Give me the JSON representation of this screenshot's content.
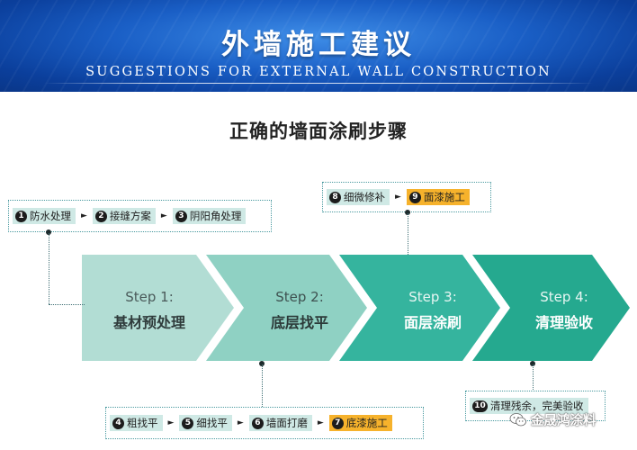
{
  "header": {
    "title": "外墙施工建议",
    "subtitle": "SUGGESTIONS FOR EXTERNAL WALL CONSTRUCTION"
  },
  "main_title": "正确的墙面涂刷步骤",
  "steps": [
    {
      "step": "Step 1:",
      "name": "基材预处理",
      "color": "#b2ddd4",
      "text_color": "#4a5a5a"
    },
    {
      "step": "Step 2:",
      "name": "底层找平",
      "color": "#8fd1c3",
      "text_color": "#3e5150"
    },
    {
      "step": "Step 3:",
      "name": "面层涂刷",
      "color": "#35b49e",
      "text_color": "#ffffff"
    },
    {
      "step": "Step 4:",
      "name": "清理验收",
      "color": "#25a98f",
      "text_color": "#ffffff"
    }
  ],
  "groups": {
    "step1": [
      {
        "num": "1",
        "label": "防水处理"
      },
      {
        "num": "2",
        "label": "接缝方案"
      },
      {
        "num": "3",
        "label": "阴阳角处理"
      }
    ],
    "step2": [
      {
        "num": "4",
        "label": "粗找平"
      },
      {
        "num": "5",
        "label": "细找平"
      },
      {
        "num": "6",
        "label": "墙面打磨"
      },
      {
        "num": "7",
        "label": "底漆施工"
      }
    ],
    "step3": [
      {
        "num": "8",
        "label": "细微修补"
      },
      {
        "num": "9",
        "label": "面漆施工"
      }
    ],
    "step4": [
      {
        "num": "10",
        "label": "清理残余，完美验收"
      }
    ]
  },
  "highlight_color": "#f6b22c",
  "watermark": {
    "icon": "wechat-icon",
    "text": "金晟鸿涂料"
  }
}
